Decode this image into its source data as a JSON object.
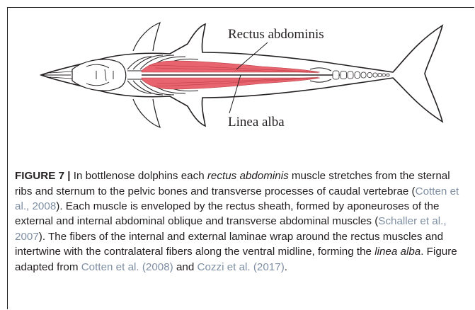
{
  "figure": {
    "labels": {
      "top": "Rectus abdominis",
      "bottom": "Linea alba"
    },
    "caption": {
      "label": "FIGURE 7 |",
      "t1": " In bottlenose dolphins each ",
      "i1": "rectus abdominis",
      "t2": " muscle stretches from the sternal ribs and sternum to the pelvic bones and transverse processes of caudal vertebrae (",
      "c1": "Cotten et al., 2008",
      "t3": "). Each muscle is enveloped by the rectus sheath, formed by aponeuroses of the external and internal abdominal oblique and transverse abdominal muscles (",
      "c2": "Schaller et al., 2007",
      "t4": "). The fibers of the internal and external laminae wrap around the rectus muscles and intertwine with the contralateral fibers along the ventral midline, forming the ",
      "i2": "linea alba",
      "t5": ". Figure adapted from ",
      "c3": "Cotten et al. (2008)",
      "t6": " and ",
      "c4": "Cozzi et al. (2017)",
      "t7": "."
    },
    "colors": {
      "muscle": "#e8646e",
      "ink": "#231f20",
      "citation": "#7e8ea3"
    }
  }
}
